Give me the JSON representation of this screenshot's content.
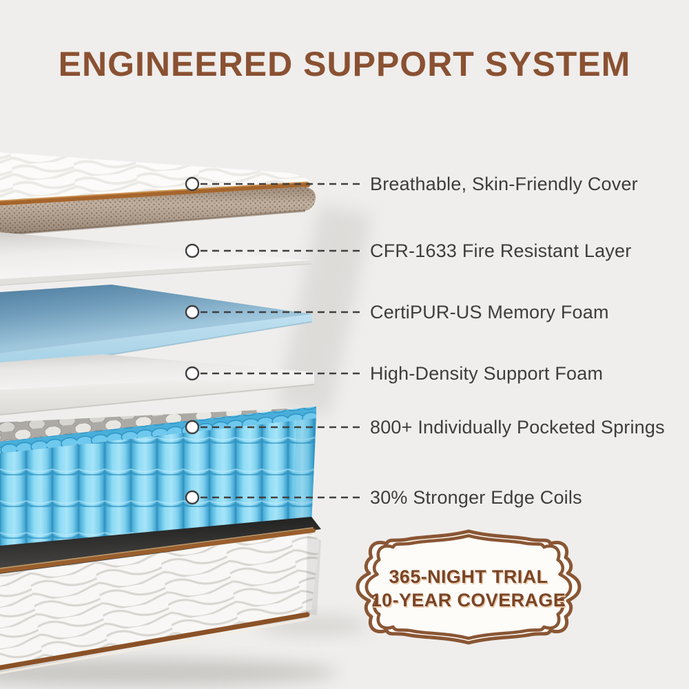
{
  "title": "ENGINEERED SUPPORT SYSTEM",
  "callouts": [
    {
      "label": "Breathable, Skin-Friendly Cover"
    },
    {
      "label": "CFR-1633 Fire Resistant Layer"
    },
    {
      "label": "CertiPUR-US Memory Foam"
    },
    {
      "label": "High-Density Support Foam"
    },
    {
      "label": "800+ Individually Pocketed Springs"
    },
    {
      "label": "30% Stronger Edge Coils"
    }
  ],
  "badge": {
    "line1": "365-NIGHT TRIAL",
    "line2": "10-YEAR COVERAGE"
  },
  "colors": {
    "background": "#efeeec",
    "title_brown": "#8a5132",
    "label_gray": "#3d3d3d",
    "leader_line": "#3f3f3f",
    "piping_brown": "#9a5e2c",
    "mesh_tan": "#c2b1a1",
    "memory_foam_blue": "#6f9cba",
    "spring_blue": "#6ec6e8",
    "badge_brown": "#8a5634",
    "badge_text_brown": "#7a4526"
  }
}
